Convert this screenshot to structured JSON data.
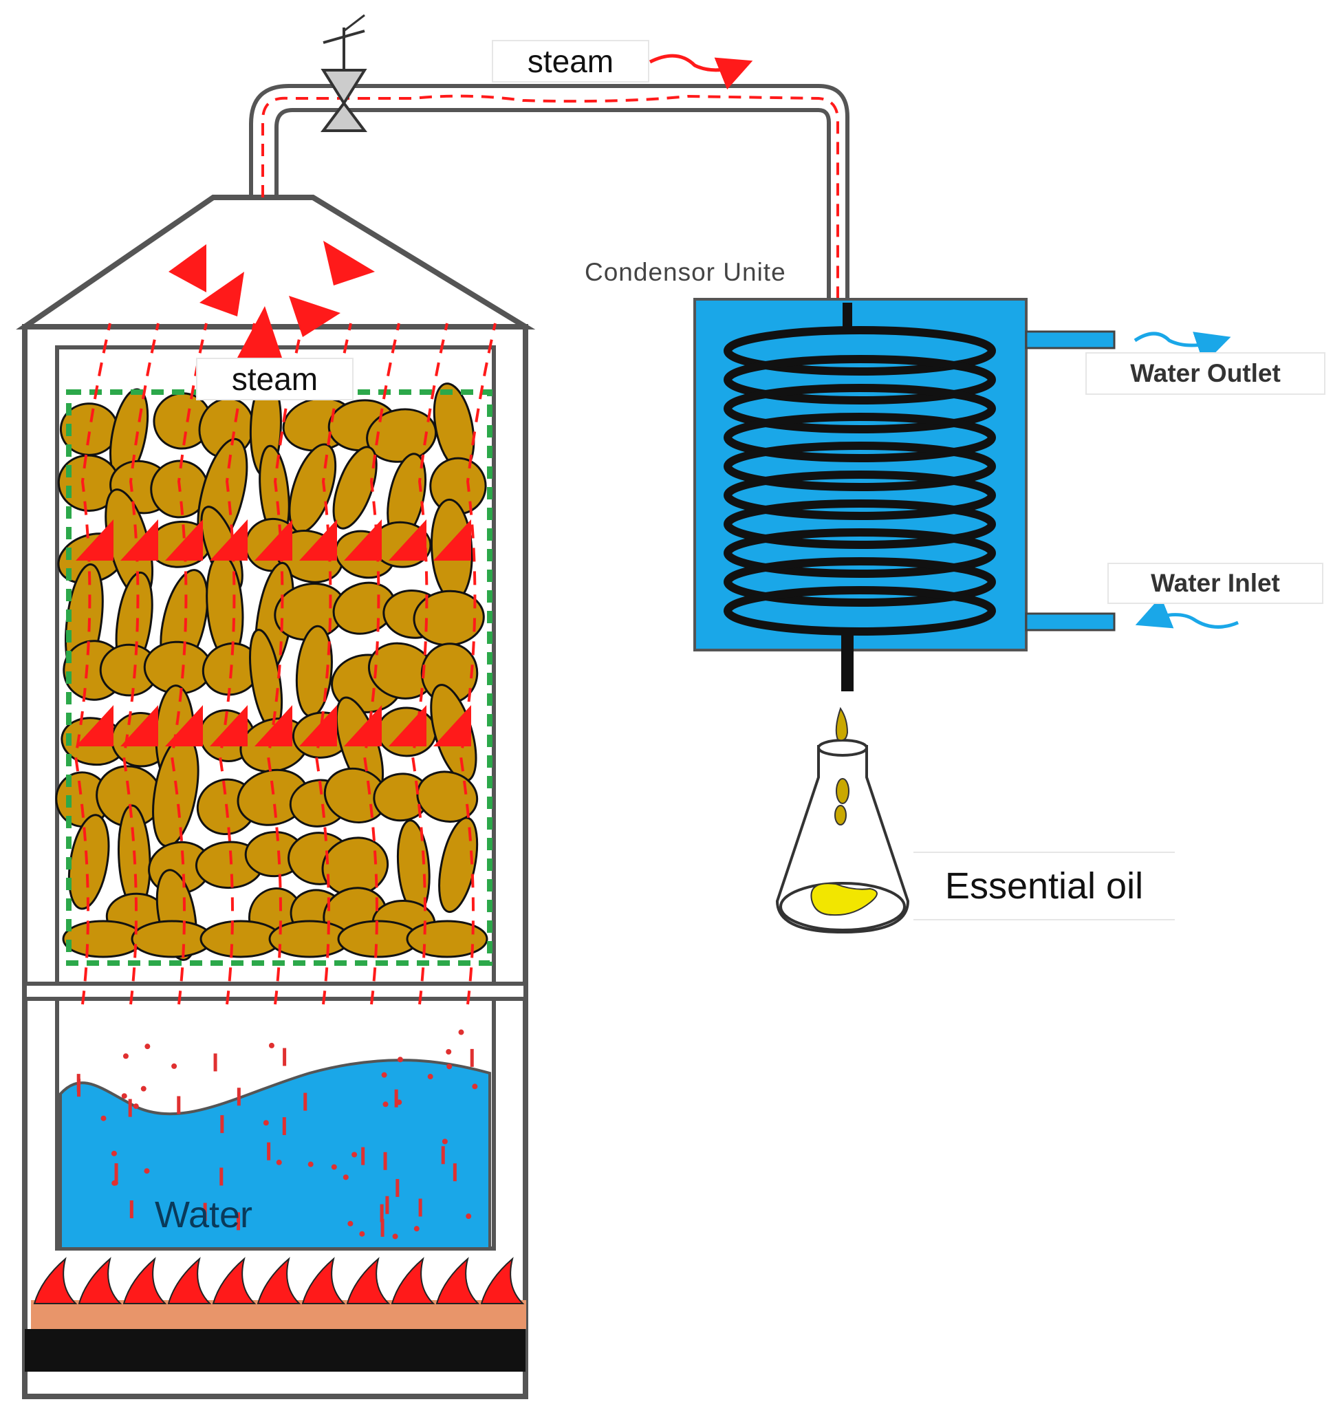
{
  "labels": {
    "steam_pipe": "steam",
    "steam_vessel": "steam",
    "condenser": "Condensor Unite",
    "water_outlet": "Water Outlet",
    "water_inlet": "Water Inlet",
    "essential_oil": "Essential oil",
    "water": "Water"
  },
  "colors": {
    "steam": "#ff1a1a",
    "water": "#1aa7e8",
    "leaves": "#c9930a",
    "frame": "#555555",
    "outline": "#111111",
    "bed_border": "#2ca84a",
    "oil": "#f2e600",
    "ember": "#e8956a"
  }
}
